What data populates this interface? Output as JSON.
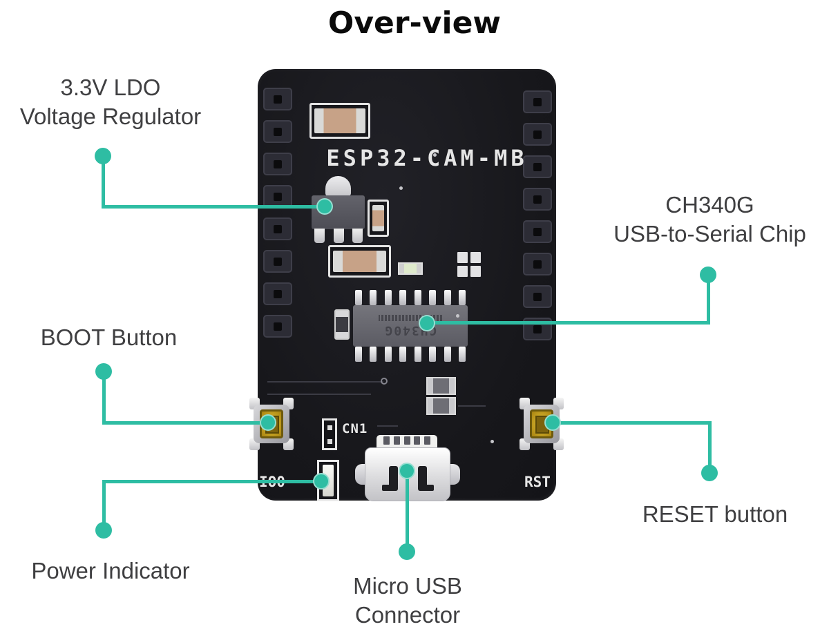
{
  "title": "Over-view",
  "accent_color": "#2ebda3",
  "board": {
    "silkscreen": {
      "title": "ESP32-CAM-MB",
      "cn1": "CN1",
      "io0": "IO0",
      "rst": "RST"
    },
    "chip": {
      "marking": "CH340G"
    }
  },
  "callouts": {
    "ldo": {
      "line1": "3.3V LDO",
      "line2": "Voltage Regulator"
    },
    "ch340g": {
      "line1": "CH340G",
      "line2": "USB-to-Serial Chip"
    },
    "boot": {
      "line1": "BOOT Button"
    },
    "power": {
      "line1": "Power Indicator"
    },
    "usb": {
      "line1": "Micro USB",
      "line2": "Connector"
    },
    "reset": {
      "line1": "RESET button"
    }
  }
}
